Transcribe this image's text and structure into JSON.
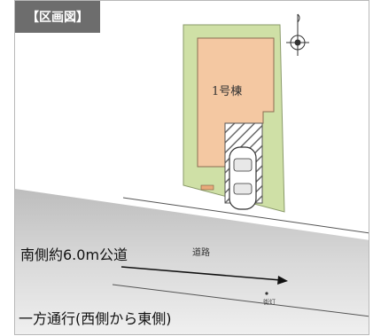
{
  "title": "【区画図】",
  "building": {
    "label": "1号棟"
  },
  "road": {
    "label": "道路",
    "description": "南側約6.0m公道",
    "traffic_note": "一方通行(西側から東側)",
    "pole_label": "街灯"
  },
  "icons": [
    "compass-icon",
    "car-icon",
    "direction-arrow-icon",
    "streetlight-icon"
  ],
  "colors": {
    "lot": "#cfe0a6",
    "building": "#f4c8a2",
    "road": "#d4d4d4",
    "title_badge": "#6d6d6d",
    "hatch": "#6a6a6a"
  }
}
